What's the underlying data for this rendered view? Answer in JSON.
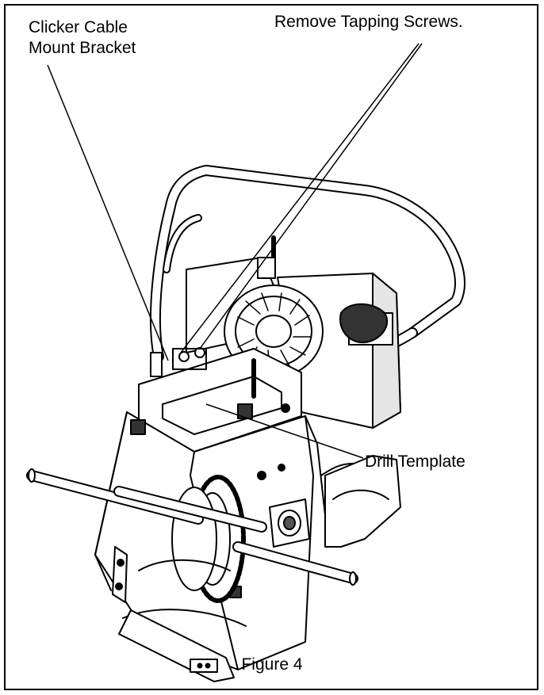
{
  "callouts": {
    "clicker_line1": "Clicker Cable",
    "clicker_line2": "Mount Bracket",
    "tapping_screws": "Remove Tapping Screws.",
    "drill_template": "Drill Template"
  },
  "caption": "Figure 4",
  "colors": {
    "line": "#000000",
    "fill": "#ffffff",
    "dark": "#1a1a1a",
    "mid": "#555555",
    "light": "#cfcfcf"
  }
}
